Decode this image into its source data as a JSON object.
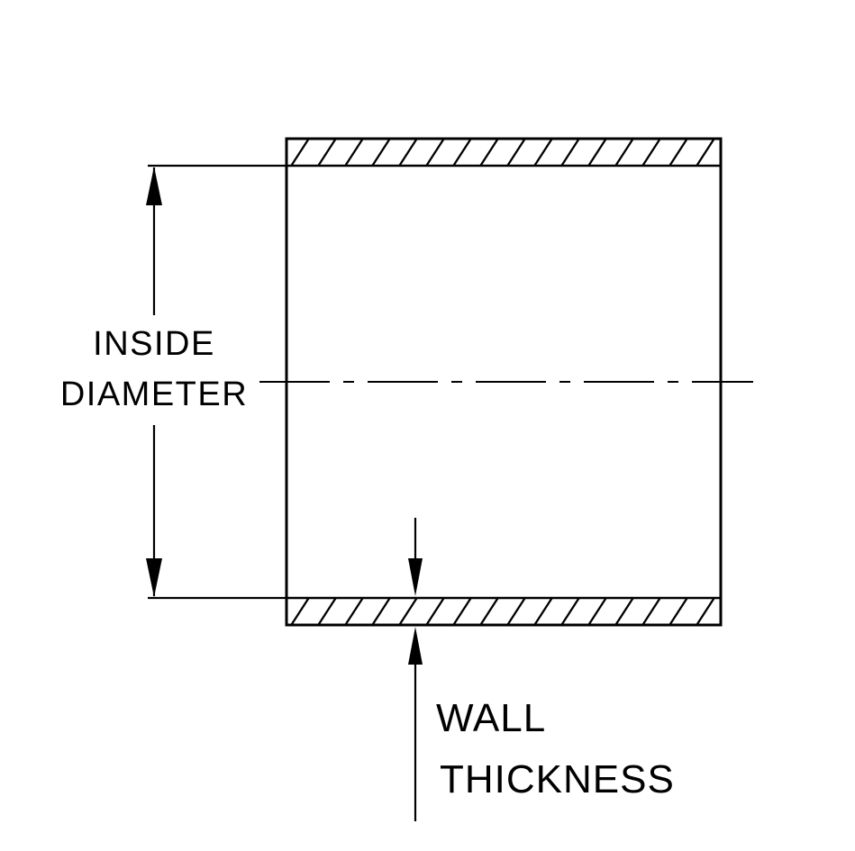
{
  "diagram": {
    "type": "technical-drawing",
    "labels": {
      "inside_diameter": {
        "line1": "INSIDE",
        "line2": "DIAMETER"
      },
      "wall_thickness": {
        "line1": "WALL",
        "line2": "THICKNESS"
      }
    },
    "colors": {
      "line": "#000000",
      "background": "#ffffff"
    }
  }
}
